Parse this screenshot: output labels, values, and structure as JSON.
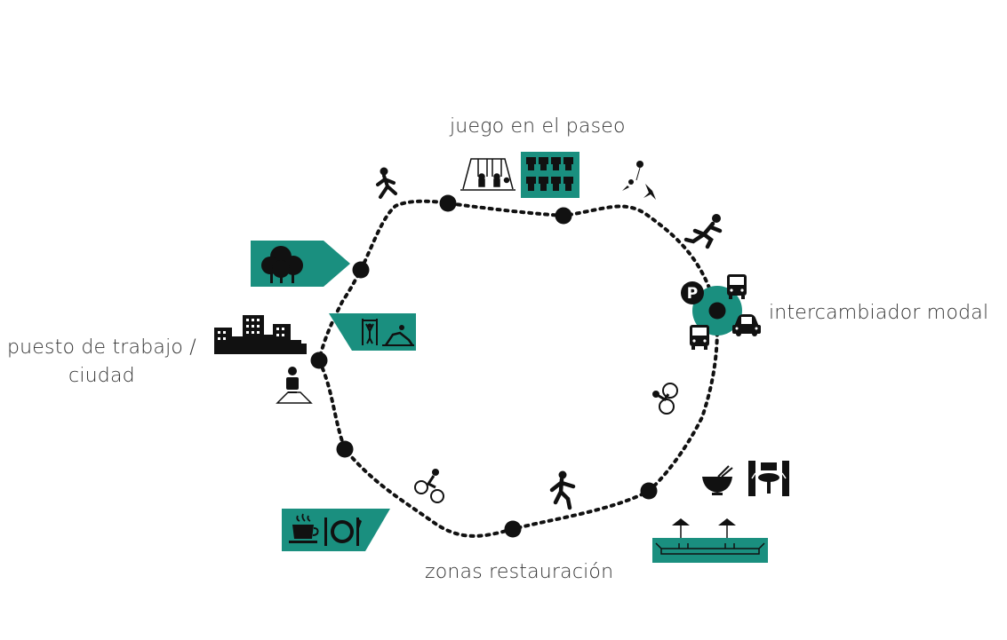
{
  "colors": {
    "teal": "#1a8f7f",
    "black": "#111111",
    "text": "#333333"
  },
  "labels": {
    "juego": "juego en el paseo",
    "intercambiador": "intercambiador modal",
    "puesto_line1": "puesto de trabajo /",
    "puesto_line2": "ciudad",
    "zonas": "zonas restauración"
  },
  "icons": [
    "walking-person-icon",
    "swing-set-icon",
    "playground-crowd-icon",
    "balloons-jump-icon",
    "running-person-icon",
    "parking-icon",
    "bus-icon",
    "car-icon",
    "cyclist-icon",
    "noodle-bowl-icon",
    "table-chairs-icon",
    "umbrella-terrace-icon",
    "coffee-cup-icon",
    "plate-cutlery-icon",
    "trees-icon",
    "city-buildings-icon",
    "outdoor-gym-icon",
    "desk-worker-icon"
  ]
}
